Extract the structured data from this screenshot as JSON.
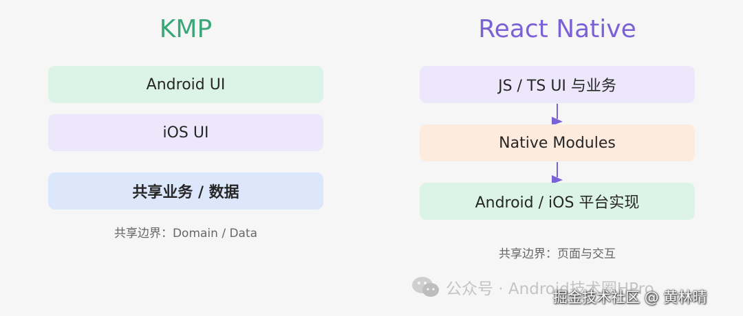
{
  "kmp": {
    "title": "KMP",
    "layers": [
      "Android UI",
      "iOS UI",
      "共享业务 / 数据"
    ],
    "caption": "共享边界：Domain / Data"
  },
  "react_native": {
    "title": "React Native",
    "layers": [
      "JS / TS UI 与业务",
      "Native Modules",
      "Android / iOS 平台实现"
    ],
    "caption": "共享边界：页面与交互"
  },
  "watermark": {
    "text": "公众号 · Android技术圈HPro",
    "icon": "wechat-icon"
  },
  "footer_credit": "掘金技术社区 @ 黄林晴",
  "colors": {
    "kmp_accent": "#3aa779",
    "rn_accent": "#7b61d6",
    "green_box": "#dcf3e8",
    "purple_box": "#ece7fb",
    "blue_box": "#dde7fb",
    "orange_box": "#fdebde",
    "arrow": "#7b61d6"
  }
}
